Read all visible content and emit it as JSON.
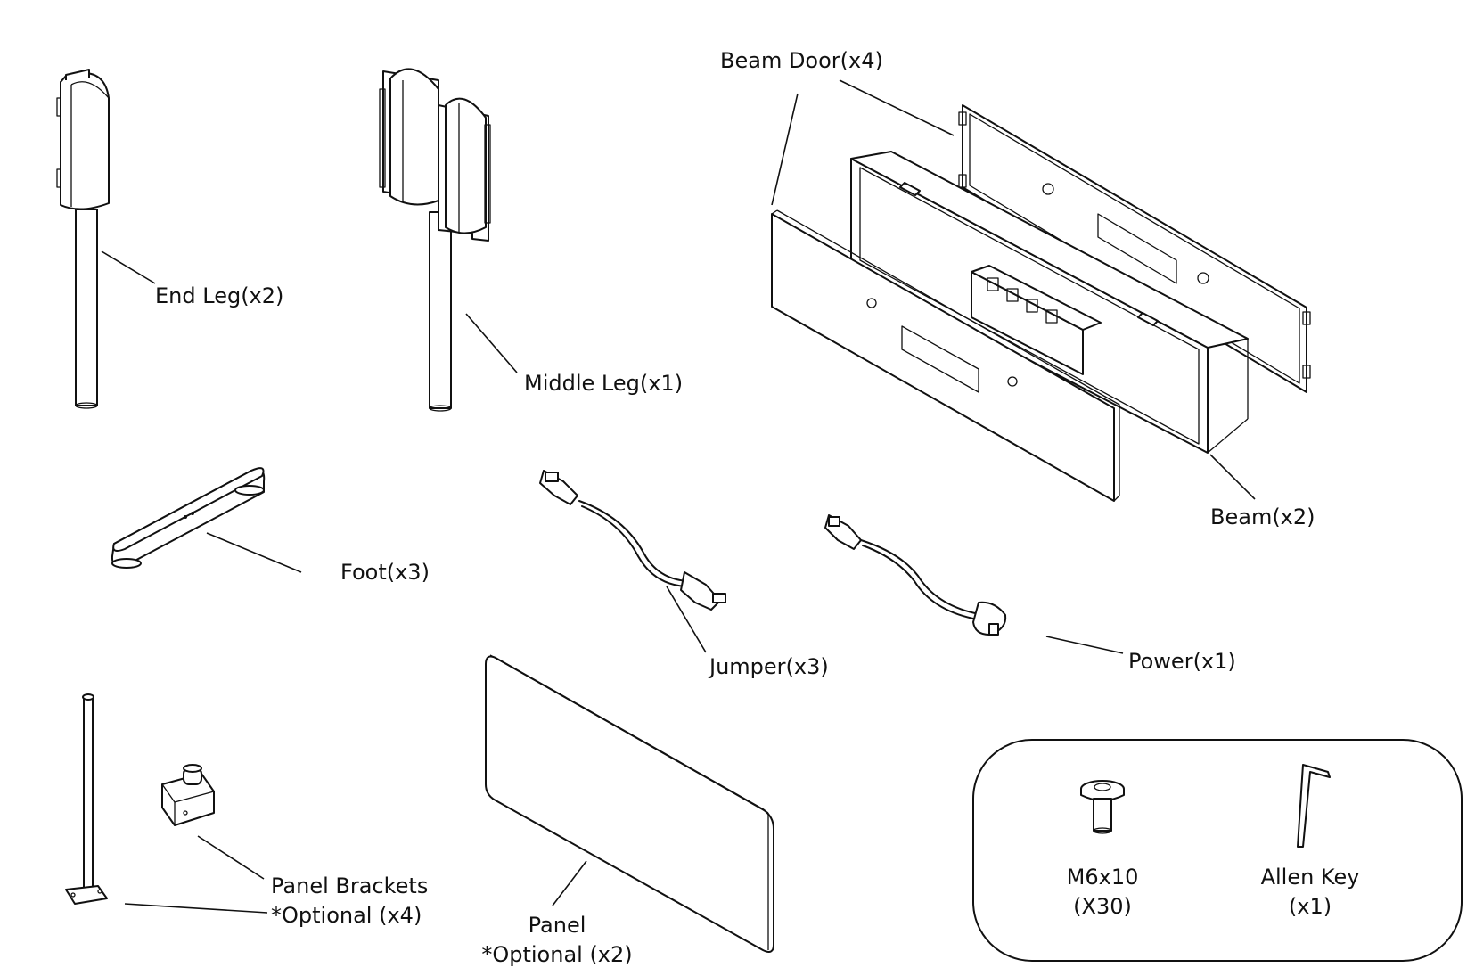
{
  "parts": {
    "end_leg": "End Leg(x2)",
    "middle_leg": "Middle Leg(x1)",
    "beam_door": "Beam Door(x4)",
    "beam": "Beam(x2)",
    "foot": "Foot(x3)",
    "jumper": "Jumper(x3)",
    "power": "Power(x1)",
    "panel_brackets_line1": "Panel Brackets",
    "panel_brackets_line2": "*Optional (x4)",
    "panel_line1": "Panel",
    "panel_line2": "*Optional (x2)"
  },
  "hardware": {
    "screw_line1": "M6x10",
    "screw_line2": "(X30)",
    "key_line1": "Allen Key",
    "key_line2": "(x1)"
  }
}
